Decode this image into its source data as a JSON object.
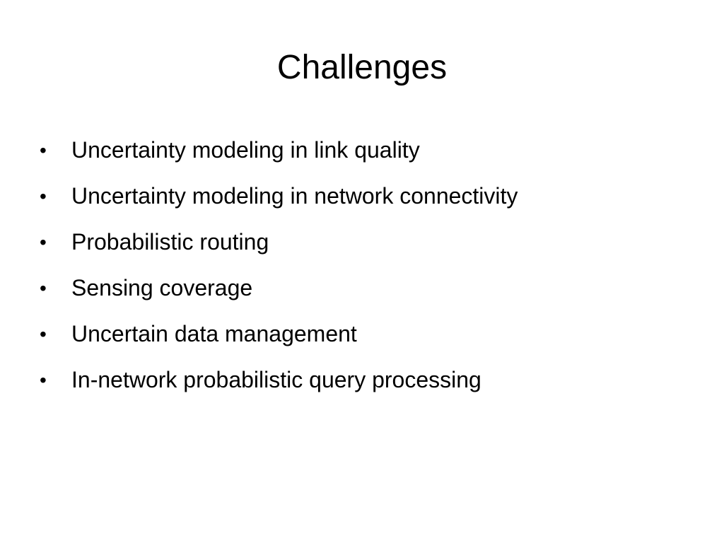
{
  "slide": {
    "title": "Challenges",
    "bullet_symbol": "•",
    "bullets": [
      "Uncertainty modeling in link quality",
      "Uncertainty modeling in network connectivity",
      "Probabilistic routing",
      "Sensing coverage",
      "Uncertain data management",
      "In-network probabilistic query processing"
    ]
  }
}
